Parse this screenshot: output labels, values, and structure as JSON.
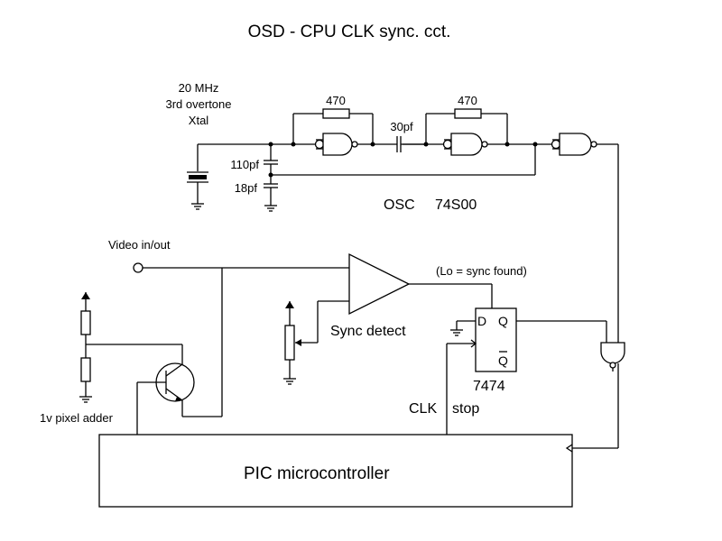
{
  "title": "OSD - CPU CLK sync. cct.",
  "crystal_label_line1": "20 MHz",
  "crystal_label_line2": "3rd overtone",
  "crystal_label_line3": "Xtal",
  "resistor1_value": "470",
  "resistor2_value": "470",
  "coupling_cap_value": "30pf",
  "cap_110_value": "110pf",
  "cap_18_value": "18pf",
  "osc_label": "OSC",
  "osc_chip": "74S00",
  "video_label": "Video in/out",
  "sync_note": "(Lo = sync found)",
  "sync_detect_label": "Sync detect",
  "ff_d": "D",
  "ff_q": "Q",
  "ff_qbar": "Q",
  "ff_chip": "7474",
  "clk_label": "CLK",
  "stop_label": "stop",
  "pixel_adder_label": "1v pixel adder",
  "mcu_label": "PIC microcontroller",
  "colors": {
    "ink": "#000000",
    "background": "#ffffff"
  }
}
